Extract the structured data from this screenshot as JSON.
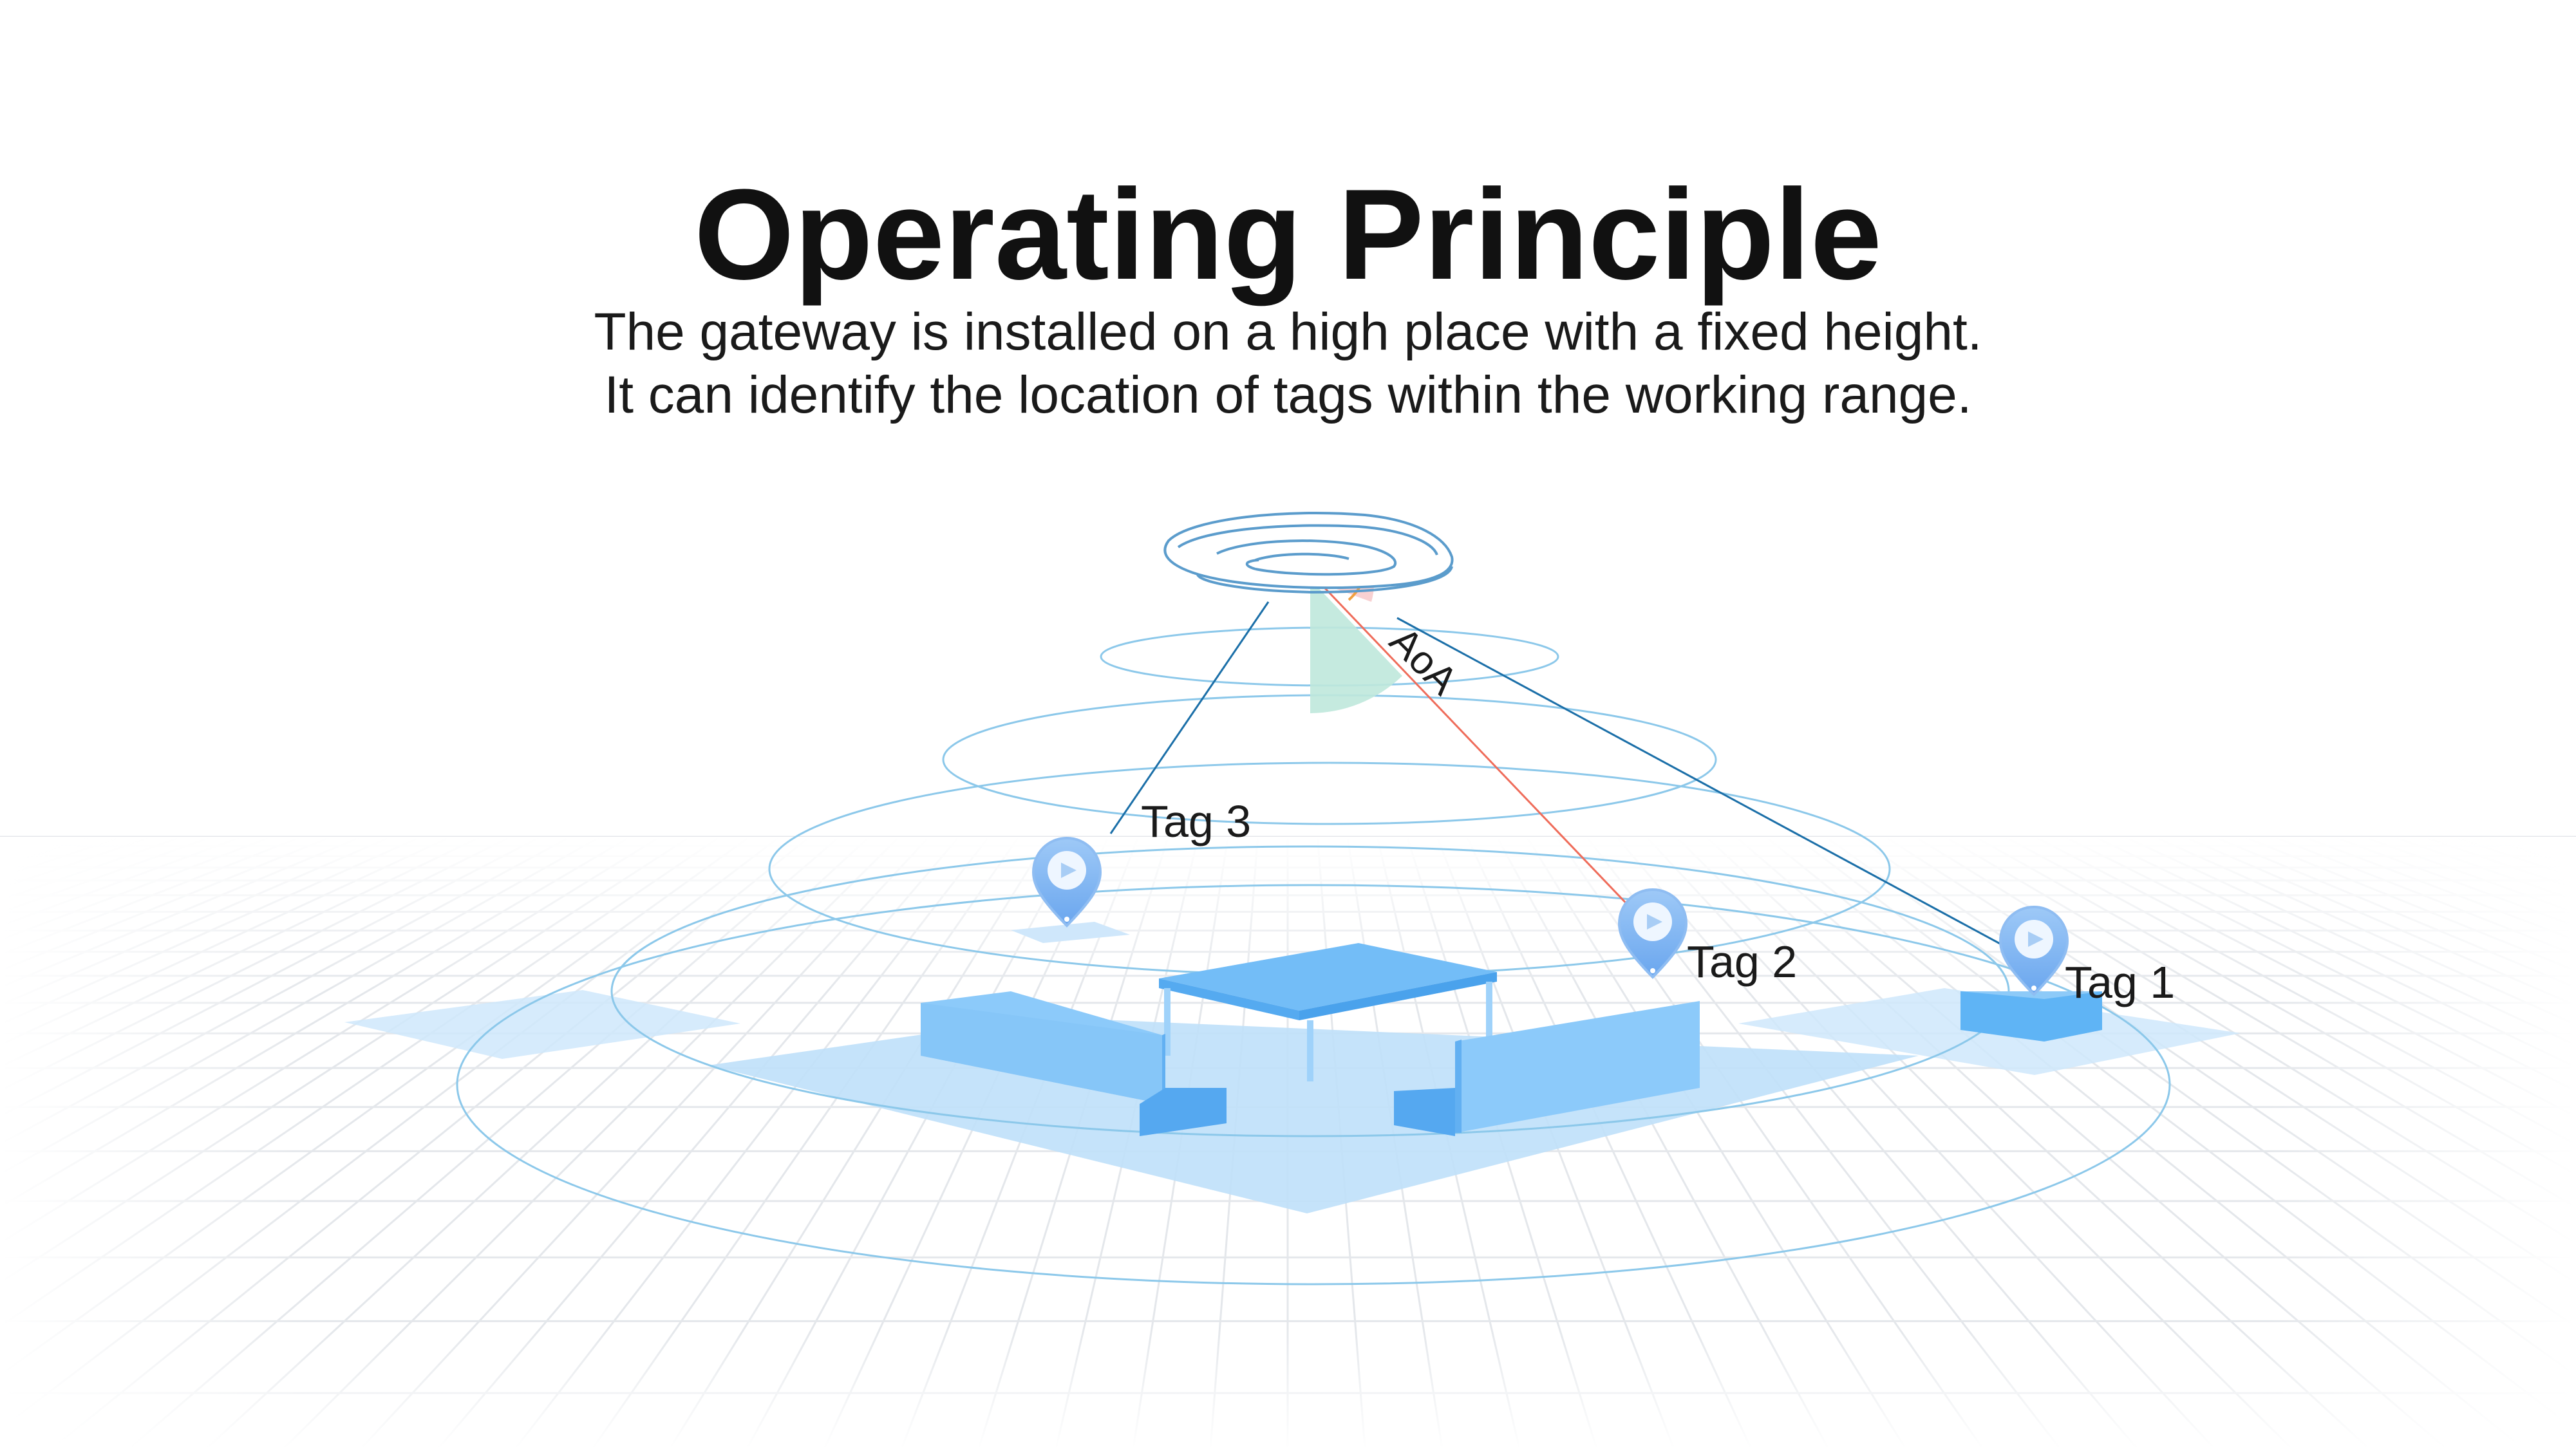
{
  "header": {
    "title": "Operating Principle",
    "subtitle_line1": "The gateway is installed on a high place with a fixed height.",
    "subtitle_line2": "It can identify the location of tags within the working range."
  },
  "diagram": {
    "angle_label": "AoA",
    "tags": [
      {
        "label": "Tag 1"
      },
      {
        "label": "Tag 2"
      },
      {
        "label": "Tag 3"
      }
    ],
    "colors": {
      "accent_blue": "#5fb4f5",
      "light_blue": "#cfe8fb",
      "line_blue": "#1b6fa8",
      "aoa_line": "#ef6c5a",
      "angle_green": "#bfe8dc",
      "angle_red": "#f8cfd0",
      "grid": "#e7e9ec",
      "range_ring": "#8cc8ea"
    },
    "icons": [
      "gateway-device-icon",
      "location-pin-icon"
    ]
  }
}
